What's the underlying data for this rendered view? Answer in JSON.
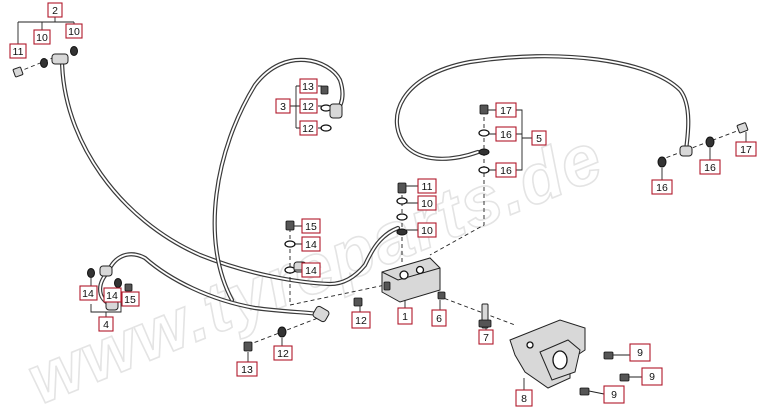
{
  "watermark": "www.tyreparts.de",
  "colors": {
    "callout_border": "#b0182a",
    "hose": "#3a3a3a",
    "watermark": "#e4e4e4"
  },
  "callouts": {
    "c1": "1",
    "c2": "2",
    "c3": "3",
    "c4": "4",
    "c5": "5",
    "c6": "6",
    "c7": "7",
    "c8": "8",
    "c9a": "9",
    "c9b": "9",
    "c9c": "9",
    "c10a": "10",
    "c10b": "10",
    "c10c": "10",
    "c10d": "10",
    "c11a": "11",
    "c11b": "11",
    "c12a": "12",
    "c12b": "12",
    "c12c": "12",
    "c12d": "12",
    "c13a": "13",
    "c13b": "13",
    "c14a": "14",
    "c14b": "14",
    "c14c": "14",
    "c14d": "14",
    "c15a": "15",
    "c15b": "15",
    "c16a": "16",
    "c16b": "16",
    "c16c": "16",
    "c16d": "16",
    "c17a": "17",
    "c17b": "17"
  }
}
